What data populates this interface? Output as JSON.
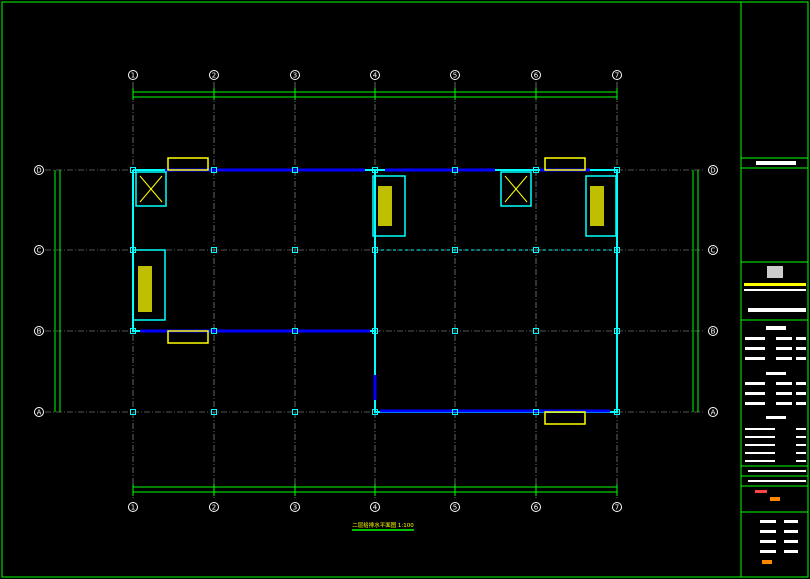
{
  "colors": {
    "background": "#000000",
    "border": "#00ff00",
    "grid_line": "#aaaaaa",
    "grid_bubble": "#ffffff",
    "wall": "#00ffff",
    "water_pipe": "#0000ff",
    "dimension": "#00ff00",
    "stair_core": "#ffff00",
    "label": "#ffffff",
    "title_block_text": "#ffffff",
    "title_red": "#ff4444",
    "title_orange": "#ff8800"
  },
  "grid": {
    "columns": [
      "1",
      "2",
      "3",
      "4",
      "5",
      "6",
      "7"
    ],
    "rows": [
      "D",
      "C",
      "B",
      "A"
    ]
  },
  "drawing_title": "二层给排水平面图 1:100"
}
